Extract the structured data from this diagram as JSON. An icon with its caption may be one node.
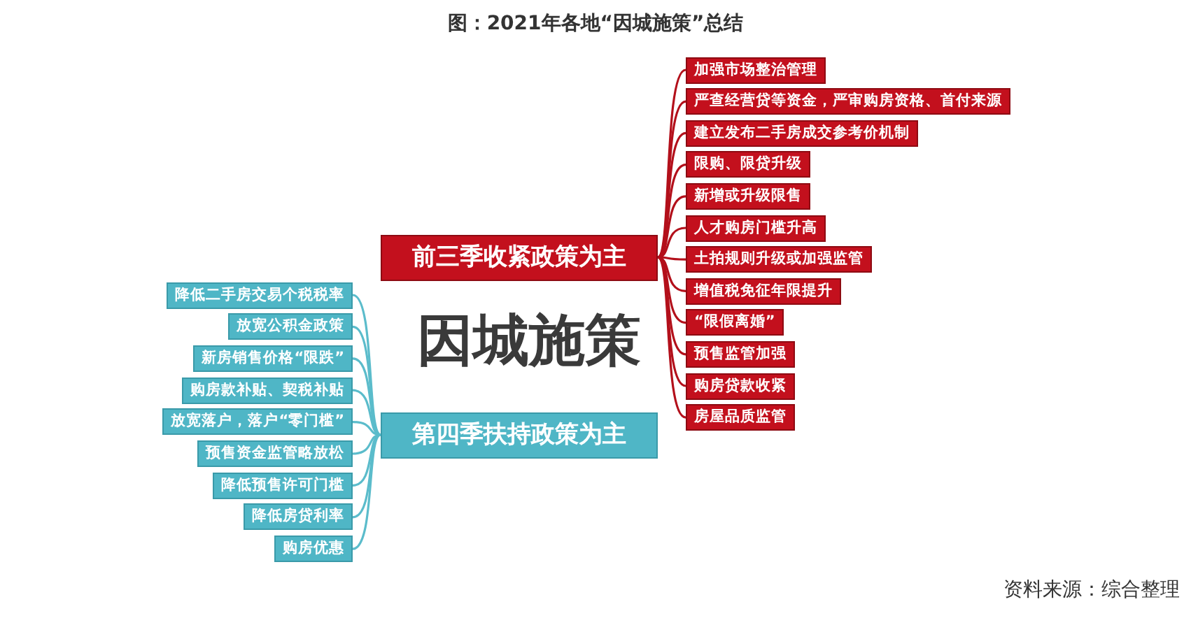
{
  "diagram": {
    "title": "图：2021年各地“因城施策”总结",
    "nodes": [
      {
        "text": [
          "前三季收紧政策为主"
        ]
      },
      {
        "text": [
          "加强市场整治管理"
        ]
      },
      {
        "text": [
          "严查经营贷等资金，严审购房资格、首付来源"
        ]
      },
      {
        "text": [
          "建立发布二手房成交参考价机制"
        ]
      },
      {
        "text": [
          "限购、限贷升级"
        ]
      },
      {
        "text": [
          "新增或升级限售"
        ]
      },
      {
        "text": [
          "人才购房门槛升高"
        ]
      },
      {
        "text": [
          "土拍规则升级或加强监管"
        ]
      },
      {
        "text": [
          "增值税免征年限提升"
        ]
      },
      {
        "text": [
          "“限假离婚”"
        ]
      },
      {
        "text": [
          "预售监管加强"
        ]
      },
      {
        "text": [
          "购房贷款收紧"
        ]
      },
      {
        "text": [
          "房屋品质监管"
        ]
      },
      {
        "text": [
          "第四季扶持政策为主"
        ]
      },
      {
        "text": [
          "降低二手房交易个税税率"
        ]
      },
      {
        "text": [
          "放宽公积金政策"
        ]
      },
      {
        "text": [
          "新房销售价格“限跌”"
        ]
      },
      {
        "text": [
          "购房款补贴、契税补贴"
        ]
      },
      {
        "text": [
          "放宽落户，落户“零门槛”"
        ]
      },
      {
        "text": [
          "预售资金监管略放松"
        ]
      },
      {
        "text": [
          "降低预售许可门槛"
        ]
      },
      {
        "text": [
          "降低房贷利率"
        ]
      },
      {
        "text": [
          "购房优惠"
        ]
      }
    ],
    "edges": [
      {
        "from": 0,
        "to": 1,
        "arrow": "none"
      },
      {
        "from": 0,
        "to": 2,
        "arrow": "none"
      },
      {
        "from": 0,
        "to": 3,
        "arrow": "none"
      },
      {
        "from": 0,
        "to": 4,
        "arrow": "none"
      },
      {
        "from": 0,
        "to": 5,
        "arrow": "none"
      },
      {
        "from": 0,
        "to": 6,
        "arrow": "none"
      },
      {
        "from": 0,
        "to": 7,
        "arrow": "none"
      },
      {
        "from": 0,
        "to": 8,
        "arrow": "none"
      },
      {
        "from": 0,
        "to": 9,
        "arrow": "none"
      },
      {
        "from": 0,
        "to": 10,
        "arrow": "none"
      },
      {
        "from": 0,
        "to": 11,
        "arrow": "none"
      },
      {
        "from": 0,
        "to": 12,
        "arrow": "none"
      },
      {
        "from": 13,
        "to": 14,
        "arrow": "none",
        "color": "#5bbccb"
      },
      {
        "from": 13,
        "to": 15,
        "arrow": "none",
        "color": "#5bbccb"
      },
      {
        "from": 13,
        "to": 16,
        "arrow": "none",
        "color": "#5bbccb"
      },
      {
        "from": 13,
        "to": 17,
        "arrow": "none",
        "color": "#5bbccb"
      },
      {
        "from": 13,
        "to": 18,
        "arrow": "none",
        "color": "#5bbccb"
      },
      {
        "from": 13,
        "to": 19,
        "arrow": "none",
        "color": "#5bbccb"
      },
      {
        "from": 13,
        "to": 20,
        "arrow": "none",
        "color": "#5bbccb"
      },
      {
        "from": 13,
        "to": 21,
        "arrow": "none",
        "color": "#5bbccb"
      },
      {
        "from": 13,
        "to": 22,
        "arrow": "none",
        "color": "#5bbccb"
      }
    ],
    "labels": [
      "因城施策",
      "资料来源：综合整理"
    ]
  }
}
